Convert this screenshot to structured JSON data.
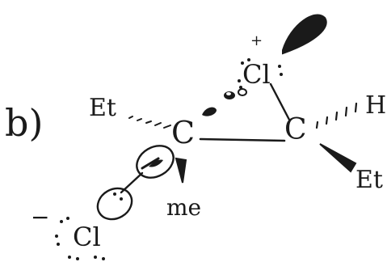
{
  "part_label": "b)",
  "atoms": {
    "c_left": "C",
    "c_right": "C",
    "cl_top": "Cl",
    "cl_bottom": "Cl"
  },
  "substituents": {
    "et_left": "Et",
    "et_right": "Et",
    "h_right": "H",
    "me": "me"
  },
  "charges": {
    "plus": "+",
    "minus": "−"
  },
  "colors": {
    "ink": "#1a1a1a",
    "background": "#ffffff"
  }
}
